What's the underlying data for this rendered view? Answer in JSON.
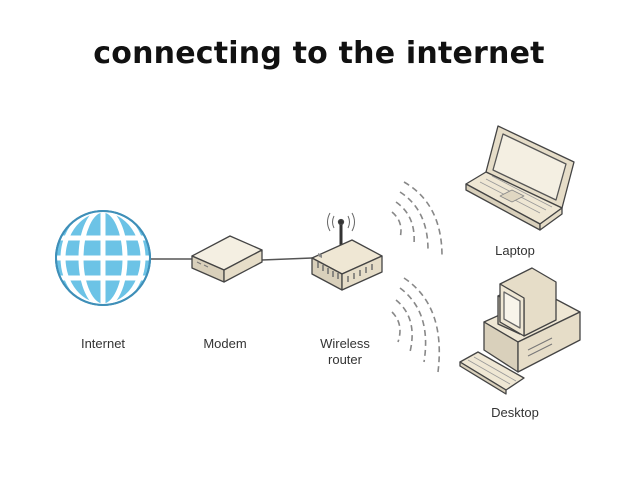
{
  "title": "connecting to the internet",
  "nodes": {
    "internet": "Internet",
    "modem": "Modem",
    "router_line1": "Wireless",
    "router_line2": "router",
    "laptop": "Laptop",
    "desktop": "Desktop"
  },
  "colors": {
    "globe": "#6cc3e6",
    "device_body": "#efe7d4",
    "outline": "#444444",
    "wire": "#555555"
  }
}
